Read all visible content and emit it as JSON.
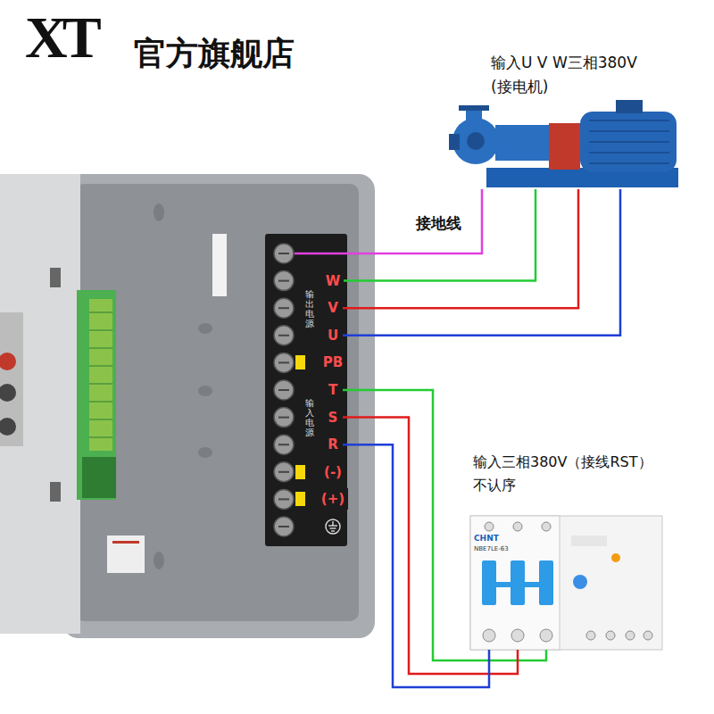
{
  "diagram": {
    "title": "官方旗舰店",
    "nodes": [
      {
        "text": [
          "输入U V W三相380V",
          "(接电机)"
        ]
      },
      {
        "text": [
          "W"
        ]
      },
      {
        "text": [
          "V"
        ]
      },
      {
        "text": [
          "U"
        ]
      },
      {
        "text": [
          "PB"
        ]
      },
      {
        "text": [
          "T"
        ]
      },
      {
        "text": [
          "S"
        ]
      },
      {
        "text": [
          "R"
        ]
      },
      {
        "text": [
          "(-)"
        ]
      },
      {
        "text": [
          "(+)"
        ]
      },
      {
        "text": [
          "输入三相380V（接线RST）",
          "不认序"
        ]
      }
    ],
    "edges": [
      {
        "from": 1,
        "to": 0,
        "arrow": "none"
      },
      {
        "from": 2,
        "to": 0,
        "arrow": "none"
      },
      {
        "from": 3,
        "to": 0,
        "arrow": "none"
      },
      {
        "from": 5,
        "to": 10,
        "arrow": "none"
      },
      {
        "from": 6,
        "to": 10,
        "arrow": "none"
      },
      {
        "from": 7,
        "to": 10,
        "arrow": "none"
      }
    ],
    "labels": [
      "XT",
      "接地线",
      "输出电源",
      "输入电源",
      "CHNT",
      "NBE7LE-63"
    ]
  }
}
